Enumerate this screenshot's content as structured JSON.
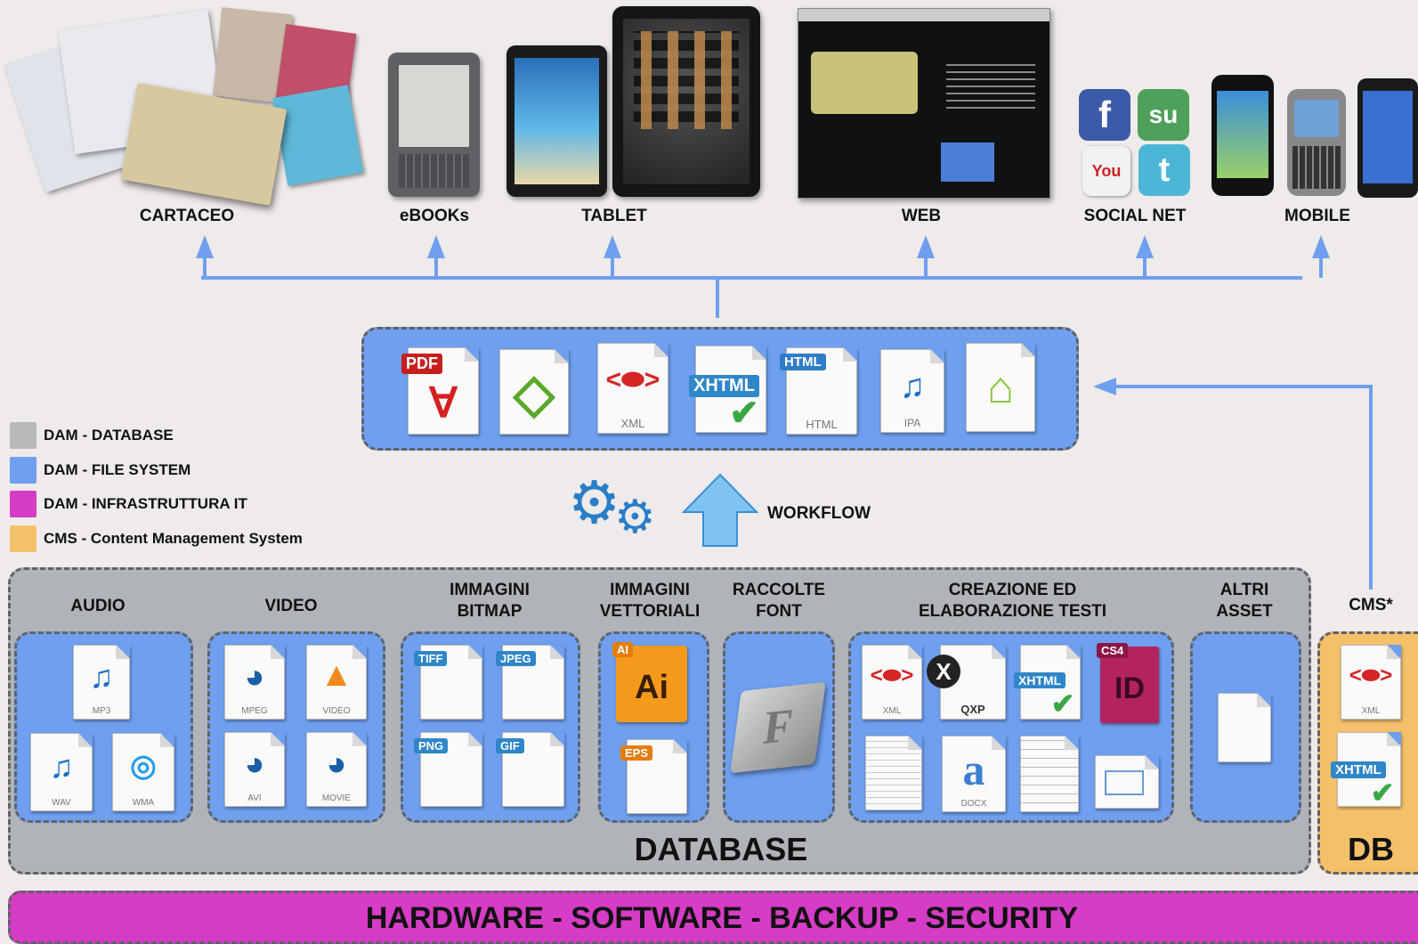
{
  "outputs": {
    "cartaceo": "CARTACEO",
    "ebooks": "eBOOKs",
    "tablet": "TABLET",
    "web": "WEB",
    "social": "SOCIAL NET",
    "mobile": "MOBILE"
  },
  "formats": {
    "pdf": "PDF",
    "xml": "XML",
    "xhtml": "XHTML",
    "html_tag": "HTML",
    "html_cap": "HTML",
    "ipa": "IPA"
  },
  "workflow": "WORKFLOW",
  "legend": [
    {
      "label": "DAM - DATABASE",
      "color": "#b9b9bb"
    },
    {
      "label": "DAM - FILE SYSTEM",
      "color": "#6f9fee"
    },
    {
      "label": "DAM - INFRASTRUTTURA IT",
      "color": "#d63cc6"
    },
    {
      "label": "CMS - Content Management System",
      "color": "#f4c06a"
    }
  ],
  "database": {
    "title": "DATABASE",
    "sections": {
      "audio": "AUDIO",
      "video": "VIDEO",
      "bitmap_1": "IMMAGINI",
      "bitmap_2": "BITMAP",
      "vector_1": "IMMAGINI",
      "vector_2": "VETTORIALI",
      "font_1": "RACCOLTE",
      "font_2": "FONT",
      "text_1": "CREAZIONE ED",
      "text_2": "ELABORAZIONE TESTI",
      "other_1": "ALTRI",
      "other_2": "ASSET"
    },
    "files": {
      "mp3": "MP3",
      "wav": "WAV",
      "wma": "WMA",
      "mpeg": "MPEG",
      "video": "VIDEO",
      "avi": "AVI",
      "movie": "MOVIE",
      "tiff": "TIFF",
      "jpeg": "JPEG",
      "png": "PNG",
      "gif": "GIF",
      "ai_tag": "AI",
      "ai_glyph": "Ai",
      "eps": "EPS",
      "xml": "XML",
      "qxp": "QXP",
      "xhtml": "XHTML",
      "cs4": "CS4",
      "id": "ID",
      "docx": "DOCX"
    }
  },
  "cms": {
    "label": "CMS*",
    "db": "DB",
    "xml": "XML",
    "xhtml": "XHTML"
  },
  "infrastructure": "HARDWARE - SOFTWARE - BACKUP - SECURITY",
  "colors": {
    "file_system": "#6f9fee",
    "database": "#b0b3b8",
    "infrastructure": "#d63cc6",
    "cms": "#f4c06a",
    "arrow": "#6f9fee"
  }
}
